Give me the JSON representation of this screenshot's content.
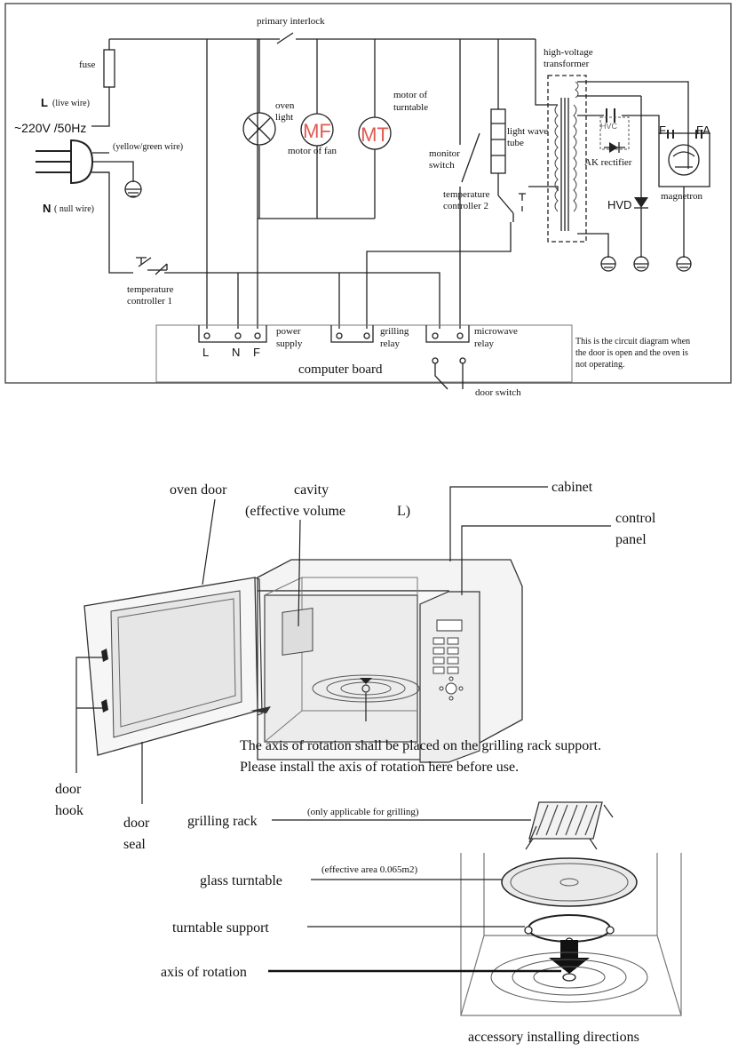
{
  "circuit": {
    "labels": {
      "primary_interlock": "primary interlock",
      "fuse": "fuse",
      "live_wire_l": "L",
      "live_wire": "(live wire)",
      "voltage": "~220V /50Hz",
      "yellow_green": "(yellow/green wire)",
      "null_wire_n": "N",
      "null_wire": "( null wire)",
      "oven_light_1": "oven",
      "oven_light_2": "light",
      "motor_fan_symbol": "MF",
      "motor_fan": "motor of fan",
      "motor_turntable_symbol": "MT",
      "motor_turntable_1": "motor of",
      "motor_turntable_2": "turntable",
      "hv_transformer_1": "high-voltage",
      "hv_transformer_2": "transformer",
      "light_wave_1": "light wave",
      "light_wave_2": "tube",
      "monitor_switch_1": "monitor",
      "monitor_switch_2": "switch",
      "temp_ctrl2_1": "temperature",
      "temp_ctrl2_2": "controller 2",
      "temp_ctrl1_1": "temperature",
      "temp_ctrl1_2": "controller 1",
      "hvc": "HVC",
      "ak_rectifier": "AK rectifier",
      "hvd": "HVD",
      "f": "F",
      "fa": "FA",
      "magnetron": "magnetron",
      "terminal_l": "L",
      "terminal_n": "N",
      "terminal_f": "F",
      "power_supply_1": "power",
      "power_supply_2": "supply",
      "grilling_relay_1": "grilling",
      "grilling_relay_2": "relay",
      "microwave_relay_1": "microwave",
      "microwave_relay_2": "relay",
      "computer_board": "computer board",
      "door_switch": "door switch",
      "note_1": "This is the circuit diagram when",
      "note_2": "the door is open and the oven is",
      "note_3": "not operating."
    }
  },
  "oven": {
    "labels": {
      "oven_door": "oven door",
      "cavity_1": "cavity",
      "cavity_2": "(effective volume",
      "cavity_unit": "L)",
      "cabinet": "cabinet",
      "control_panel_1": "control",
      "control_panel_2": "panel",
      "door_hook_1": "door",
      "door_hook_2": "hook",
      "door_seal_1": "door",
      "door_seal_2": "seal",
      "axis_note_1": "The axis of rotation shall be placed on the grilling rack support.",
      "axis_note_2": "Please install the axis of rotation here before use."
    }
  },
  "accessories": {
    "labels": {
      "grilling_rack": "grilling rack",
      "grilling_note": "(only applicable for grilling)",
      "glass_turntable": "glass turntable",
      "turntable_note": "(effective area 0.065m2)",
      "turntable_support": "turntable support",
      "axis_of_rotation": "axis of rotation",
      "caption": "accessory installing directions"
    }
  }
}
